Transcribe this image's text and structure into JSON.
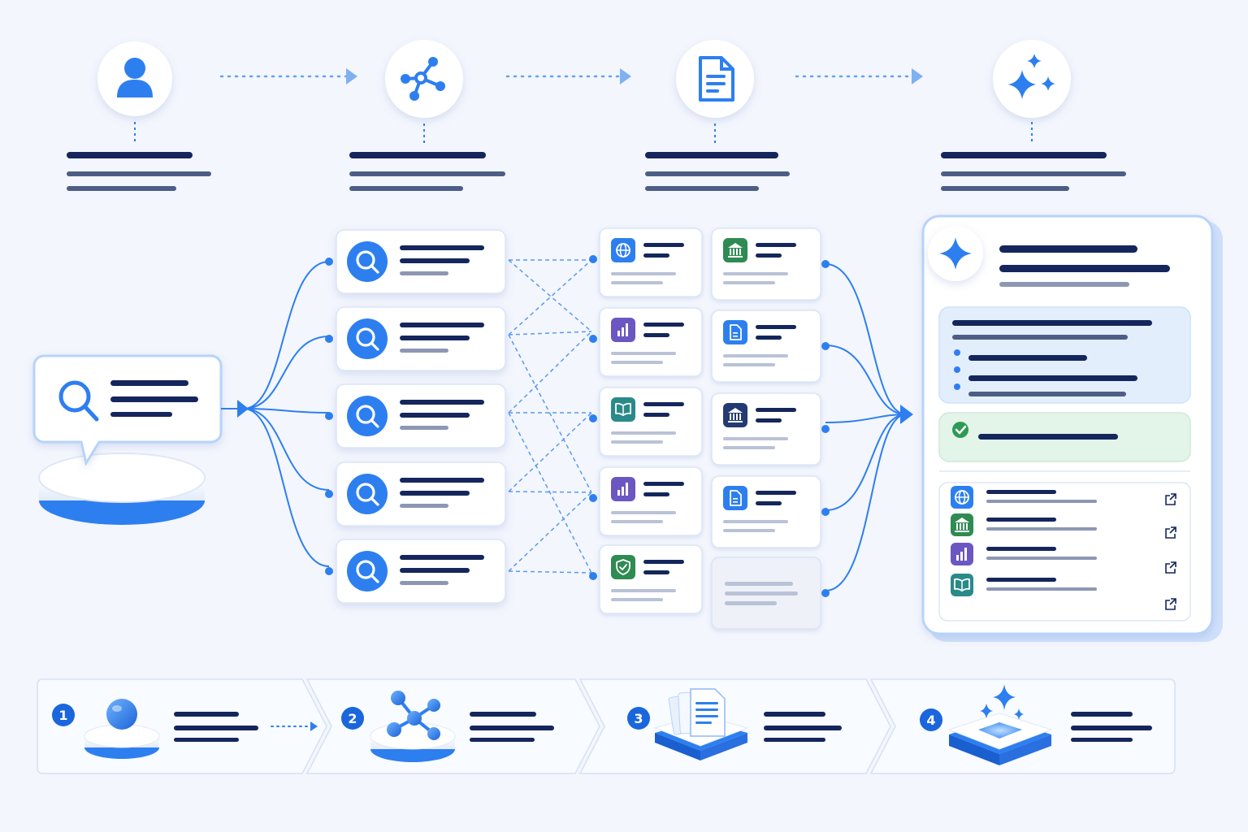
{
  "colors": {
    "accent": "#2d7ff0",
    "accent_dark": "#1a5fcf",
    "navy": "#14265c",
    "slate": "#4d5e86",
    "muted": "#8d97b4",
    "background": "#f3f6fd",
    "card": "#ffffff",
    "teal": "#2a8a8a",
    "green": "#2e8b52",
    "purple": "#6a57c2",
    "navy_icon": "#233a73"
  },
  "header": {
    "stages": [
      {
        "icon": "user-icon"
      },
      {
        "icon": "network-nodes-icon"
      },
      {
        "icon": "document-icon"
      },
      {
        "icon": "sparkles-icon"
      }
    ]
  },
  "query": {
    "icon": "search-icon"
  },
  "subqueries": [
    {
      "icon": "search-icon"
    },
    {
      "icon": "search-icon"
    },
    {
      "icon": "search-icon"
    },
    {
      "icon": "search-icon"
    },
    {
      "icon": "search-icon"
    }
  ],
  "sources": {
    "left": [
      {
        "icon": "globe-icon",
        "color": "#2d7ff0"
      },
      {
        "icon": "bar-chart-icon",
        "color": "#6a57c2"
      },
      {
        "icon": "book-icon",
        "color": "#2a8a8a"
      },
      {
        "icon": "bar-chart-icon",
        "color": "#6a57c2"
      },
      {
        "icon": "shield-check-icon",
        "color": "#2e8b52"
      }
    ],
    "right": [
      {
        "icon": "bank-icon",
        "color": "#2e8b52"
      },
      {
        "icon": "file-icon",
        "color": "#2d7ff0"
      },
      {
        "icon": "bank-icon",
        "color": "#233a73"
      },
      {
        "icon": "file-icon",
        "color": "#2d7ff0"
      },
      {
        "icon": "placeholder",
        "color": ""
      }
    ]
  },
  "answer": {
    "icon": "sparkle-icon",
    "verified_icon": "check-circle-icon",
    "citations": [
      {
        "icon": "globe-icon",
        "color": "#2d7ff0"
      },
      {
        "icon": "bank-icon",
        "color": "#2e8b52"
      },
      {
        "icon": "bar-chart-icon",
        "color": "#6a57c2"
      },
      {
        "icon": "book-icon",
        "color": "#2a8a8a"
      }
    ]
  },
  "steps": [
    {
      "number": "1",
      "icon": "sphere-icon"
    },
    {
      "number": "2",
      "icon": "network-nodes-icon"
    },
    {
      "number": "3",
      "icon": "documents-stack-icon"
    },
    {
      "number": "4",
      "icon": "sparkles-icon"
    }
  ]
}
